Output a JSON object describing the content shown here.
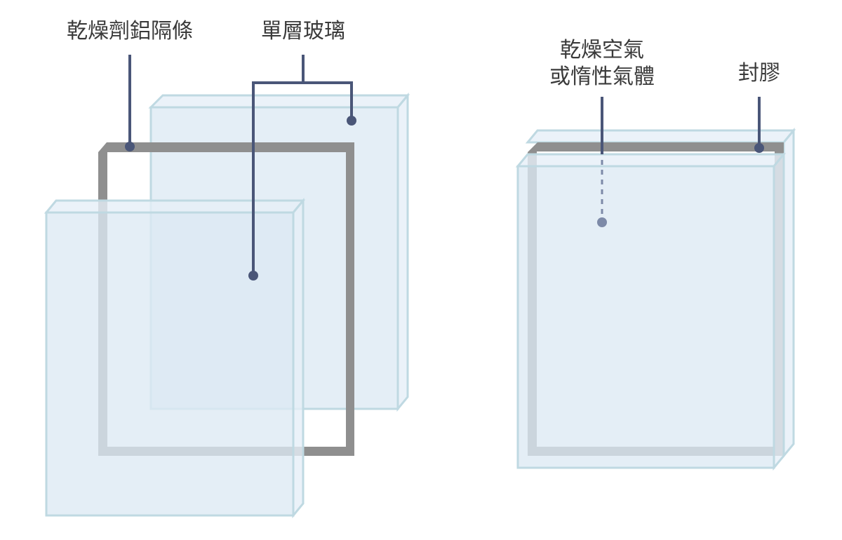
{
  "labels": {
    "spacer": "乾燥劑鋁隔條",
    "single_glass": "單層玻璃",
    "gas_line1": "乾燥空氣",
    "gas_line2": "或惰性氣體",
    "sealant": "封膠"
  },
  "colors": {
    "glass": "#dde9f4",
    "glass_edge": "#bfd9e2",
    "spacer": "#8f8f8f",
    "leader": "#4a5678",
    "leader_dashed": "#7d8aa8"
  }
}
